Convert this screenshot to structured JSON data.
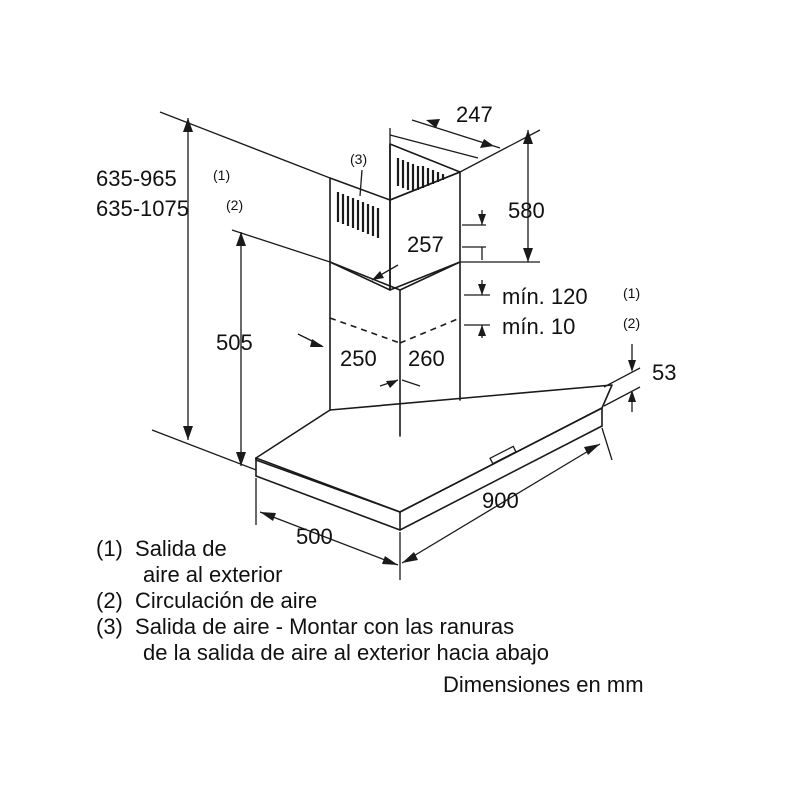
{
  "dimensions": {
    "total_height_1": "635-965",
    "total_height_1_ref": "(1)",
    "total_height_2": "635-1075",
    "total_height_2_ref": "(2)",
    "chimney_width": "247",
    "chimney_upper_height": "580",
    "chimney_upper_depth": "257",
    "lower_height": "505",
    "chimney_lower_width": "250",
    "chimney_lower_depth": "260",
    "min_gap_1": "mín. 120",
    "min_gap_1_ref": "(1)",
    "min_gap_2": "mín. 10",
    "min_gap_2_ref": "(2)",
    "canopy_thickness": "53",
    "canopy_width": "900",
    "canopy_depth": "500",
    "outlet_ref": "(3)"
  },
  "legend": {
    "line1_num": "(1)",
    "line1_a": "Salida de",
    "line1_b": "aire al exterior",
    "line2_num": "(2)",
    "line2": "Circulación de aire",
    "line3_num": "(3)",
    "line3_a": "Salida de aire - Montar con las ranuras",
    "line3_b": "de la salida de aire al exterior hacia abajo",
    "units": "Dimensiones en mm"
  }
}
